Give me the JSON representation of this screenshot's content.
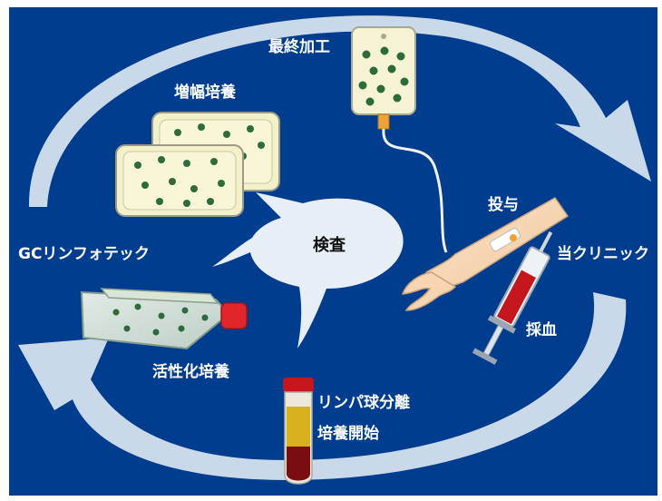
{
  "diagram": {
    "center_label": "検査",
    "steps": {
      "expansion_culture": "増幅培養",
      "final_processing": "最終加工",
      "administration": "投与",
      "clinic": "当クリニック",
      "blood_collection": "採血",
      "lymphocyte_separation": "リンパ球分離",
      "culture_start": "培養開始",
      "activation_culture": "活性化培養",
      "lab": "GCリンフォテック"
    },
    "colors": {
      "background": "#003d8f",
      "arrow": "#c9d9ea",
      "medium": "#f2f0c4",
      "cell": "#2e6b3a",
      "blood_red": "#c4161c",
      "plasma_yellow": "#d8b21e"
    }
  }
}
